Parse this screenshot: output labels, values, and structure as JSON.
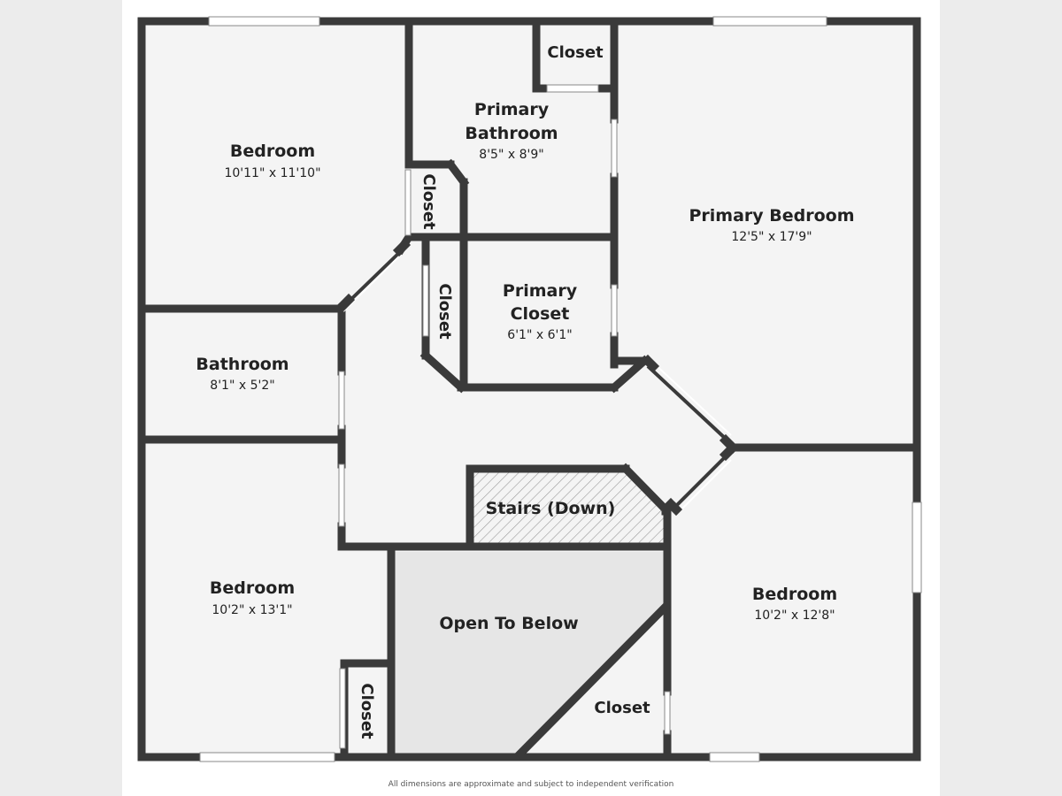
{
  "rooms": {
    "bedroom_nw": {
      "name": "Bedroom",
      "dim": "10'11\" x 11'10\""
    },
    "primary_bath": {
      "name_line1": "Primary",
      "name_line2": "Bathroom",
      "dim": "8'5\" x 8'9\""
    },
    "primary_bedroom": {
      "name": "Primary Bedroom",
      "dim": "12'5\" x 17'9\""
    },
    "bathroom": {
      "name": "Bathroom",
      "dim": "8'1\" x 5'2\""
    },
    "primary_closet": {
      "name_line1": "Primary",
      "name_line2": "Closet",
      "dim": "6'1\" x 6'1\""
    },
    "stairs": {
      "name": "Stairs (Down)"
    },
    "bedroom_sw": {
      "name": "Bedroom",
      "dim": "10'2\" x 13'1\""
    },
    "open_to_below": {
      "name": "Open To Below"
    },
    "bedroom_se": {
      "name": "Bedroom",
      "dim": "10'2\" x 12'8\""
    }
  },
  "closets": {
    "top": "Closet",
    "bath_side": "Closet",
    "hall": "Closet",
    "sw": "Closet",
    "south": "Closet"
  },
  "footer": {
    "disclaimer": "All dimensions are approximate and subject to independent verification"
  },
  "colors": {
    "wall": "#3a3a3a",
    "floor": "#f4f4f4",
    "open_to_below": "#e6e6e6",
    "window": "#ffffff"
  }
}
